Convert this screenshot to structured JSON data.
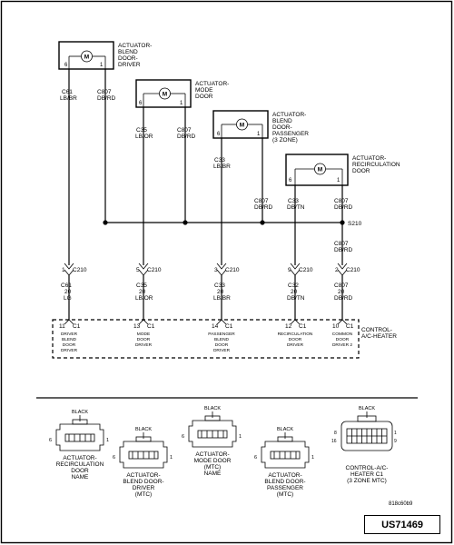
{
  "actuators": [
    {
      "id": "blend-driver",
      "label": [
        "ACTUATOR-",
        "BLEND",
        "DOOR-",
        "DRIVER"
      ],
      "pin_left": "6",
      "pin_right": "1"
    },
    {
      "id": "mode",
      "label": [
        "ACTUATOR-",
        "MODE",
        "DOOR"
      ],
      "pin_left": "6",
      "pin_right": "1"
    },
    {
      "id": "blend-passenger",
      "label": [
        "ACTUATOR-",
        "BLEND",
        "DOOR-",
        "PASSENGER",
        "(3 ZONE)"
      ],
      "pin_left": "6",
      "pin_right": "1"
    },
    {
      "id": "recirculation",
      "label": [
        "ACTUATOR-",
        "RECIRCULATION",
        "DOOR"
      ],
      "pin_left": "6",
      "pin_right": "1"
    }
  ],
  "upper_wires": [
    {
      "id": "w1",
      "circuit": "C61",
      "color": "LB/BR"
    },
    {
      "id": "w2",
      "circuit": "C807",
      "color": "DB/RD"
    },
    {
      "id": "w3",
      "circuit": "C35",
      "color": "LB/OR"
    },
    {
      "id": "w4",
      "circuit": "C807",
      "color": "DB/RD"
    },
    {
      "id": "w5",
      "circuit": "C33",
      "color": "LB/BR"
    },
    {
      "id": "w6",
      "circuit": "C807",
      "color": "DB/RD"
    },
    {
      "id": "w7",
      "circuit": "C33",
      "color": "DB/TN"
    },
    {
      "id": "w8",
      "circuit": "C807",
      "color": "DB/RD"
    }
  ],
  "splice": {
    "label": "S210"
  },
  "splice_out": {
    "circuit": "C807",
    "color": "DB/RD"
  },
  "c210": [
    {
      "pin": "1",
      "connector": "C210"
    },
    {
      "pin": "5",
      "connector": "C210"
    },
    {
      "pin": "3",
      "connector": "C210"
    },
    {
      "pin": "9",
      "connector": "C210"
    },
    {
      "pin": "2",
      "connector": "C210"
    }
  ],
  "lower_wires": [
    {
      "circuit": "C61",
      "gauge": "20",
      "color": "LG"
    },
    {
      "circuit": "C35",
      "gauge": "20",
      "color": "LB/OR"
    },
    {
      "circuit": "C33",
      "gauge": "20",
      "color": "LB/BR"
    },
    {
      "circuit": "C32",
      "gauge": "20",
      "color": "DB/TN"
    },
    {
      "circuit": "C807",
      "gauge": "20",
      "color": "DB/RD"
    }
  ],
  "module_pins": [
    {
      "pin": "11",
      "connector": "C1",
      "desc": [
        "DRIVER",
        "BLEND",
        "DOOR",
        "DRIVER"
      ]
    },
    {
      "pin": "13",
      "connector": "C1",
      "desc": [
        "MODE",
        "DOOR",
        "DRIVER"
      ]
    },
    {
      "pin": "14",
      "connector": "C1",
      "desc": [
        "PASSENGER",
        "BLEND",
        "DOOR",
        "DRIVER"
      ]
    },
    {
      "pin": "12",
      "connector": "C1",
      "desc": [
        "RECIRCULATION",
        "DOOR",
        "DRIVER"
      ]
    },
    {
      "pin": "10",
      "connector": "C1",
      "desc": [
        "COMMON",
        "DOOR",
        "DRIVER 2"
      ]
    }
  ],
  "module": {
    "label": [
      "CONTROL-",
      "A/C-HEATER"
    ]
  },
  "connector_views": [
    {
      "id": "recirc",
      "color": "BLACK",
      "pin_left": "6",
      "pin_right": "1",
      "name": [
        "ACTUATOR-",
        "RECIRCULATION",
        "DOOR",
        "NAME"
      ]
    },
    {
      "id": "blend-driver",
      "color": "BLACK",
      "pin_left": "6",
      "pin_right": "1",
      "name": [
        "ACTUATOR-",
        "BLEND DOOR-",
        "DRIVER",
        "(MTC)"
      ]
    },
    {
      "id": "mode",
      "color": "BLACK",
      "pin_left": "6",
      "pin_right": "1",
      "name": [
        "ACTUATOR-",
        "MODE DOOR",
        "(MTC)",
        "NAME"
      ]
    },
    {
      "id": "blend-pass",
      "color": "BLACK",
      "pin_left": "6",
      "pin_right": "1",
      "name": [
        "ACTUATOR-",
        "BLEND DOOR-",
        "PASSENGER",
        "(MTC)"
      ]
    },
    {
      "id": "control",
      "color": "BLACK",
      "pin_tl": "8",
      "pin_tr": "1",
      "pin_bl": "16",
      "pin_br": "9",
      "name": [
        "CONTROL-A/C-",
        "HEATER C1",
        "(3 ZONE MTC)"
      ]
    }
  ],
  "figure_code": "818c60b9",
  "doc_code": "US71469"
}
